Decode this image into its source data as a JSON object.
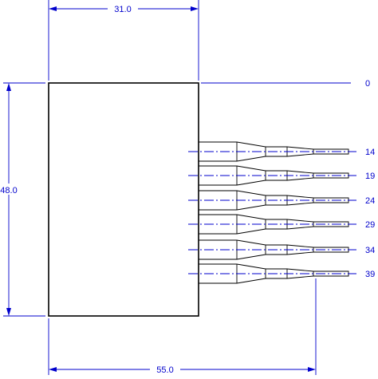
{
  "dimensions": {
    "top_width": "31.0",
    "left_height": "48.0",
    "bottom_width": "55.0"
  },
  "ordinates": {
    "zero": "0",
    "leads": [
      "14",
      "19",
      "24",
      "29",
      "34",
      "39"
    ]
  },
  "colors": {
    "part": "#000000",
    "dimension": "#0000cc"
  }
}
